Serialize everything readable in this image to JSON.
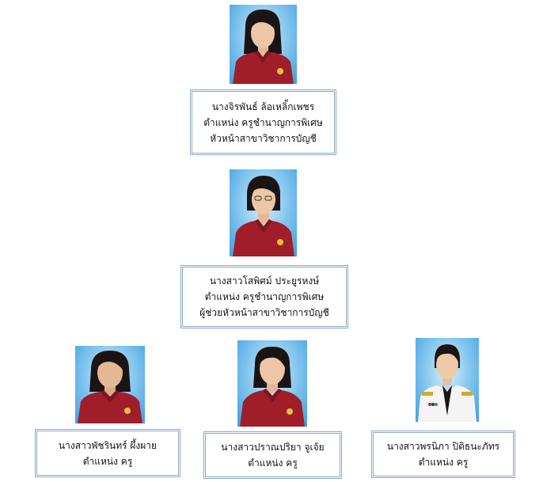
{
  "members": [
    {
      "name": "นางจิรพันธ์ ล้อเหลิ็กเพชร",
      "position": "ตำแหน่ง ครูชำนาญการพิเศษ",
      "role": "หัวหน้าสาขาวิชาการบัญชี"
    },
    {
      "name": "นางสาวโสพิศม์ ประยูรหงษ์",
      "position": "ตำแหน่ง ครูชำนาญการพิเศษ",
      "role": "ผู้ช่วยหัวหน้าสาขาวิชาการบัญชี"
    },
    {
      "name": "นางสาวพัชรินทร์ ผึ้งผาย",
      "position": "ตำแหน่ง ครู"
    },
    {
      "name": "นางสาวปราณปริยา จูเจ้ย",
      "position": "ตำแหน่ง ครู"
    },
    {
      "name": "นางสาวพรนิภา ปิติธนะภัทร",
      "position": "ตำแหน่ง ครู"
    }
  ],
  "colors": {
    "uniform": "#a01e2a",
    "photo_bg": "#3f9fe0",
    "card_border": "#8aa9c8",
    "white_uniform": "#f4f4f4"
  }
}
